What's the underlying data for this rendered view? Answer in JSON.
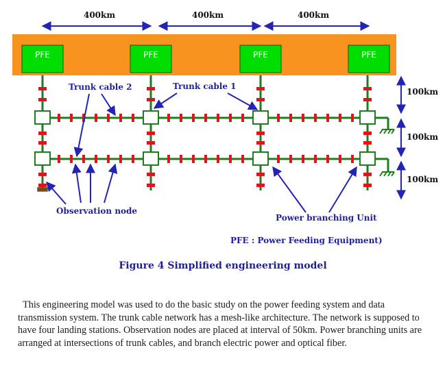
{
  "diagram": {
    "distances_top": [
      "400km",
      "400km",
      "400km"
    ],
    "distances_right": [
      "100km",
      "100km",
      "100km"
    ],
    "pfe_label": "PFE",
    "labels": {
      "trunk_cable_2": "Trunk cable 2",
      "trunk_cable_1": "Trunk cable 1",
      "observation_node": "Observation node",
      "power_branching_unit": "Power branching Unit",
      "pfe_definition": "PFE : Power Feeding Equipment)"
    },
    "colors": {
      "landing_band": "#f7931e",
      "pfe_box": "#00dd00",
      "cable": "#1e7d1e",
      "repeater": "#e0141e",
      "arrow": "#2323b4"
    }
  },
  "caption": "Figure 4 Simplified engineering model",
  "paragraph": "This engineering model was used to do the basic study on the power feeding system and data transmission system. The trunk cable network has a mesh-like architecture. The network is supposed to have four landing stations. Observation nodes are placed at interval of 50km. Power branching units are arranged at intersections of trunk cables, and branch electric power and optical fiber."
}
